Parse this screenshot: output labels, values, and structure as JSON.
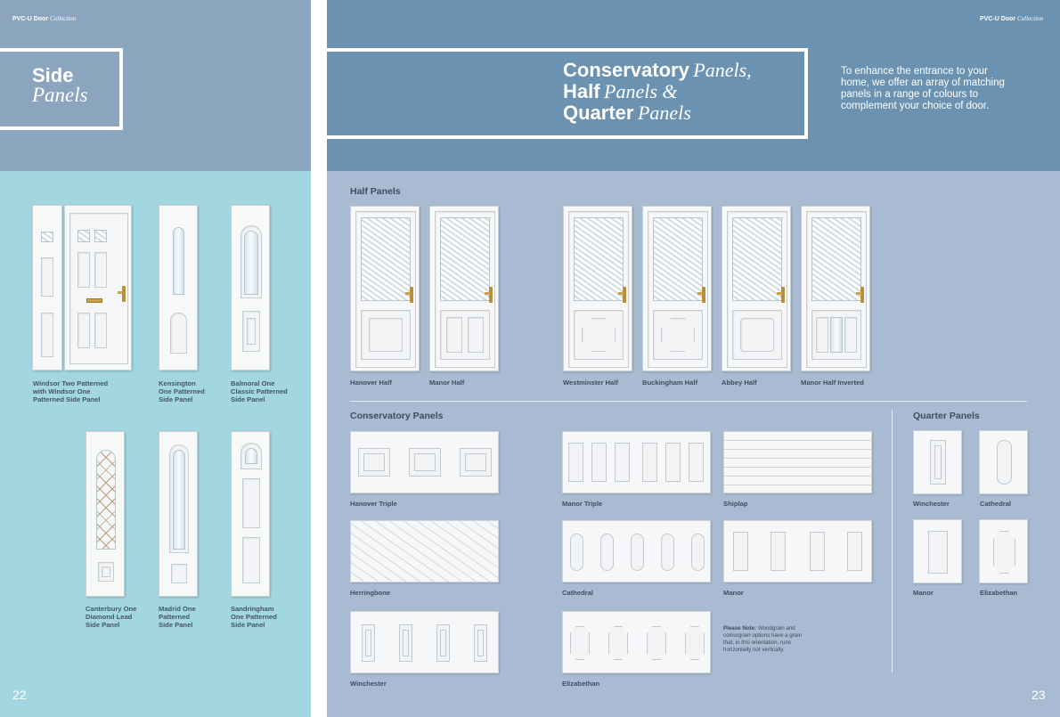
{
  "left_page": {
    "brand": {
      "bold": "PVC-U Door",
      "italic": "Collection"
    },
    "title": {
      "line1": "Side",
      "line2": "Panels"
    },
    "products": [
      {
        "line1": "Windsor Two Patterned",
        "line2": "with Windsor One",
        "line3": "Patterned Side Panel"
      },
      {
        "line1": "Kensington",
        "line2": "One Patterned",
        "line3": "Side Panel"
      },
      {
        "line1": "Balmoral One",
        "line2": "Classic Patterned",
        "line3": "Side Panel"
      },
      {
        "line1": "Canterbury One",
        "line2": "Diamond Lead",
        "line3": "Side Panel"
      },
      {
        "line1": "Madrid One",
        "line2": "Patterned",
        "line3": "Side Panel"
      },
      {
        "line1": "Sandringham",
        "line2": "One Patterned",
        "line3": "Side Panel"
      }
    ],
    "page_number": "22"
  },
  "right_page": {
    "brand": {
      "bold": "PVC-U Door",
      "italic": "Collection"
    },
    "title": {
      "l1_bold": "Conservatory",
      "l1_italic": "Panels,",
      "l2_bold": "Half",
      "l2_italic": "Panels &",
      "l3_bold": "Quarter",
      "l3_italic": "Panels"
    },
    "intro": "To enhance the entrance to your home, we offer an array of matching panels in a range of colours to complement your choice of door.",
    "half_panels": {
      "heading": "Half Panels",
      "items": [
        "Hanover Half",
        "Manor Half",
        "Westminster Half",
        "Buckingham Half",
        "Abbey Half",
        "Manor Half Inverted"
      ]
    },
    "conservatory_panels": {
      "heading": "Conservatory Panels",
      "items": [
        "Hanover Triple",
        "Manor Triple",
        "Shiplap",
        "Herringbone",
        "Cathedral",
        "Manor",
        "Winchester",
        "Elizabethan"
      ]
    },
    "quarter_panels": {
      "heading": "Quarter Panels",
      "items": [
        "Winchester",
        "Cathedral",
        "Manor",
        "Elizabethan"
      ]
    },
    "note": {
      "bold": "Please Note:",
      "text": " Woodgrain and colourgrain options have a grain that, in this orientation, runs horizontally not vertically."
    },
    "page_number": "23"
  }
}
